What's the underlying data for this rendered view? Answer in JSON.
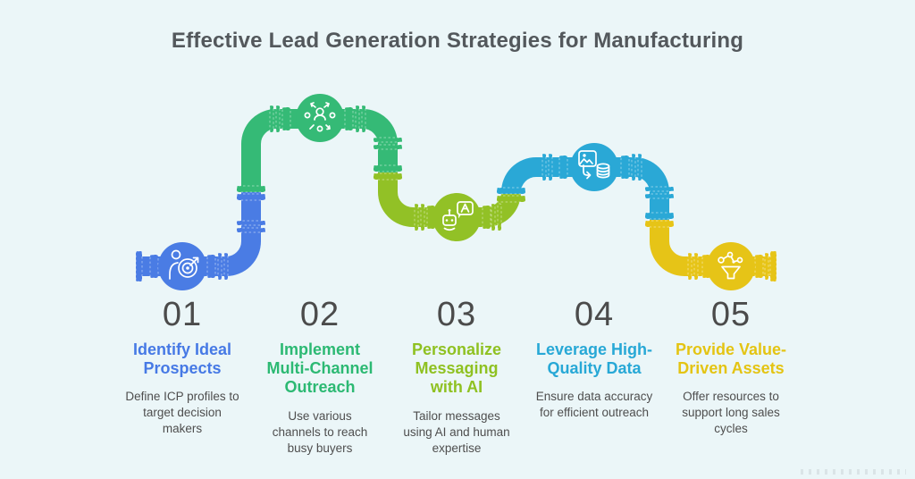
{
  "title": "Effective Lead Generation Strategies for Manufacturing",
  "colors": {
    "background": "#ebf6f8",
    "title_text": "#53585c",
    "step_number": "#4b4b4b",
    "description_text": "#4e4e4e"
  },
  "steps": [
    {
      "number": "01",
      "color": "#4a7ce4",
      "icon": "prospect-target-icon",
      "heading_lines": [
        "Identify Ideal",
        "Prospects"
      ],
      "desc_lines": [
        "Define ICP profiles to",
        "target decision",
        "makers"
      ]
    },
    {
      "number": "02",
      "color": "#35ba76",
      "icon": "multichannel-people-icon",
      "heading_lines": [
        "Implement",
        "Multi-Channel",
        "Outreach"
      ],
      "desc_lines": [
        "Use various",
        "channels to reach",
        "busy buyers"
      ]
    },
    {
      "number": "03",
      "color": "#92c126",
      "icon": "ai-chat-bot-icon",
      "heading_lines": [
        "Personalize",
        "Messaging",
        "with AI"
      ],
      "desc_lines": [
        "Tailor messages",
        "using AI and human",
        "expertise"
      ]
    },
    {
      "number": "04",
      "color": "#2aa8d6",
      "icon": "data-quality-icon",
      "heading_lines": [
        "Leverage High-",
        "Quality Data"
      ],
      "desc_lines": [
        "Ensure data accuracy",
        "for efficient outreach"
      ]
    },
    {
      "number": "05",
      "color": "#e6c417",
      "icon": "lead-funnel-icon",
      "heading_lines": [
        "Provide Value-",
        "Driven Assets"
      ],
      "desc_lines": [
        "Offer resources to",
        "support long sales",
        "cycles"
      ]
    }
  ]
}
